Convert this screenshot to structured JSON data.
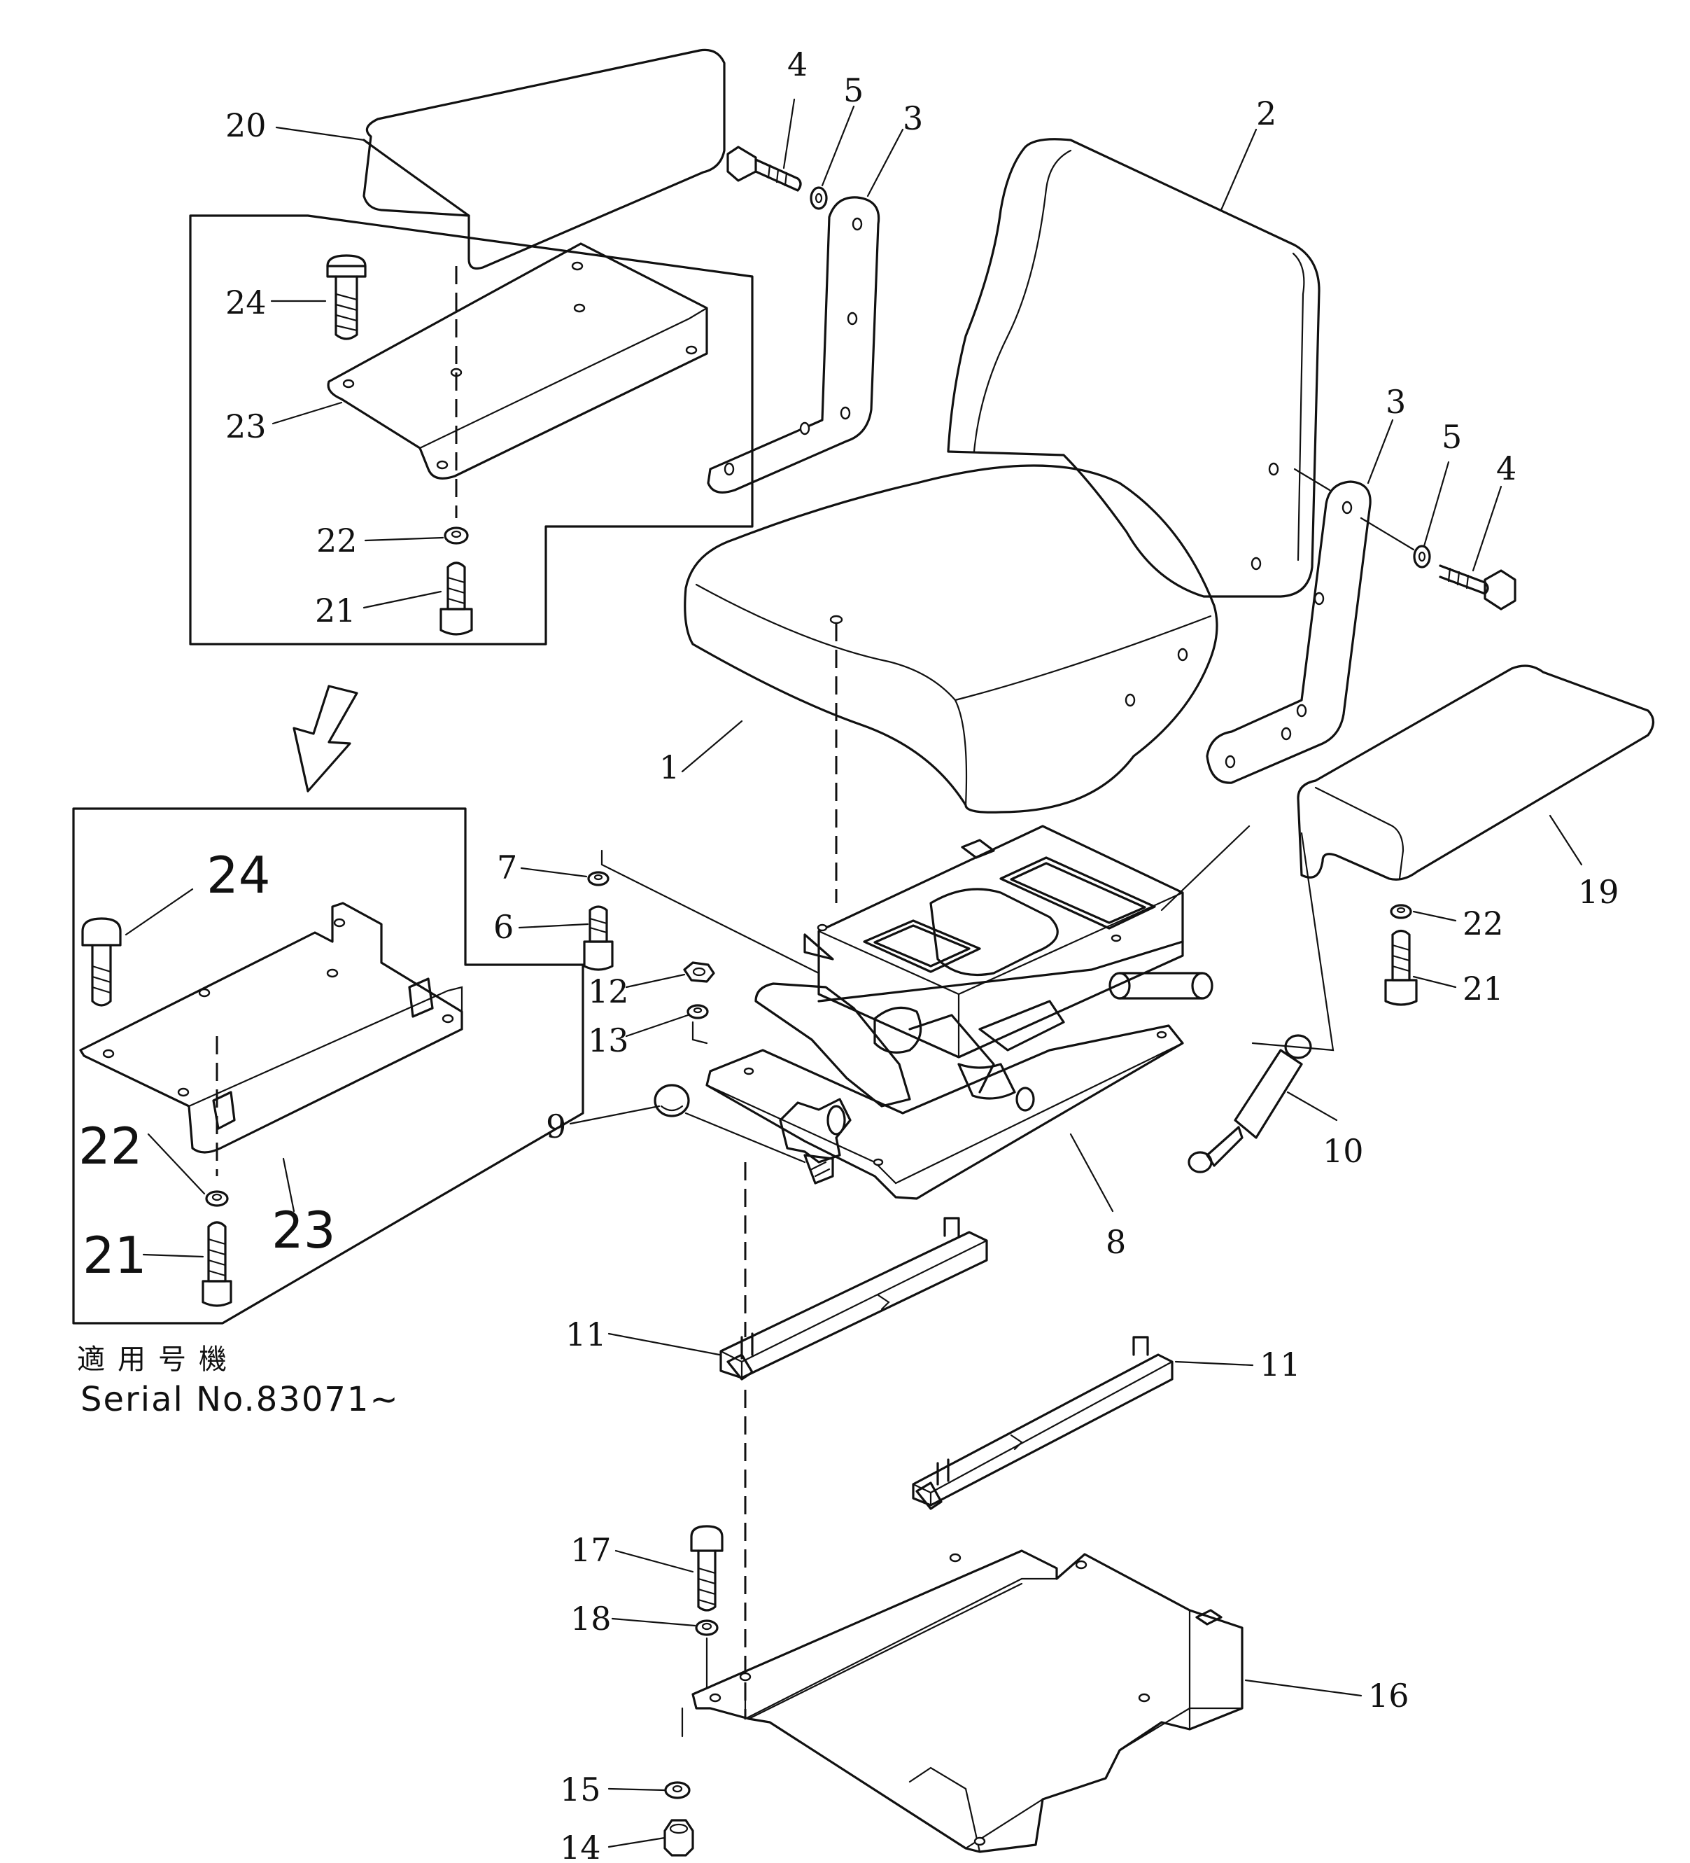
{
  "callouts": {
    "c1": "1",
    "c2": "2",
    "c3a": "3",
    "c3b": "3",
    "c4a": "4",
    "c4b": "4",
    "c5a": "5",
    "c5b": "5",
    "c6": "6",
    "c7": "7",
    "c8": "8",
    "c9": "9",
    "c10": "10",
    "c11a": "11",
    "c11b": "11",
    "c12": "12",
    "c13": "13",
    "c14": "14",
    "c15": "15",
    "c16": "16",
    "c17": "17",
    "c18": "18",
    "c19": "19",
    "c20": "20",
    "c21a": "21",
    "c21b": "21",
    "c21c": "21",
    "c22a": "22",
    "c22b": "22",
    "c22c": "22",
    "c23a": "23",
    "c23b": "23",
    "c24a": "24",
    "c24b": "24"
  },
  "note": {
    "jp": "適用号機",
    "serial": "Serial  No.83071~"
  }
}
